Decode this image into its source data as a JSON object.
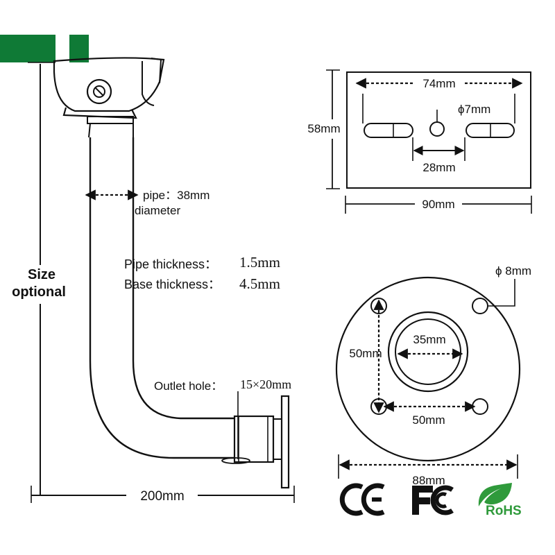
{
  "bracket": {
    "pipe_label": "pipe：38mm",
    "diameter_label": "diameter",
    "size_line1": "Size",
    "size_line2": "optional",
    "pipe_thickness_label": "Pipe thickness：",
    "pipe_thickness_value": "1.5mm",
    "base_thickness_label": "Base thickness：",
    "base_thickness_value": "4.5mm",
    "outlet_label": "Outlet hole：",
    "outlet_value": "15×20mm",
    "length_label": "200mm"
  },
  "top_plate": {
    "width_inner": "74mm",
    "hole_diameter": "ϕ7mm",
    "height": "58mm",
    "slot_gap": "28mm",
    "width_outer": "90mm"
  },
  "round_base": {
    "hole_diameter": "ϕ 8mm",
    "center_hole": "35mm",
    "vertical_spacing": "50mm",
    "horizontal_spacing": "50mm",
    "outer_diameter": "88mm"
  },
  "certifications": [
    "CE",
    "FC",
    "RoHS"
  ],
  "colors": {
    "brand_green": "#0f7a36",
    "rohs_green": "#2f9a3b",
    "line": "#111111"
  }
}
